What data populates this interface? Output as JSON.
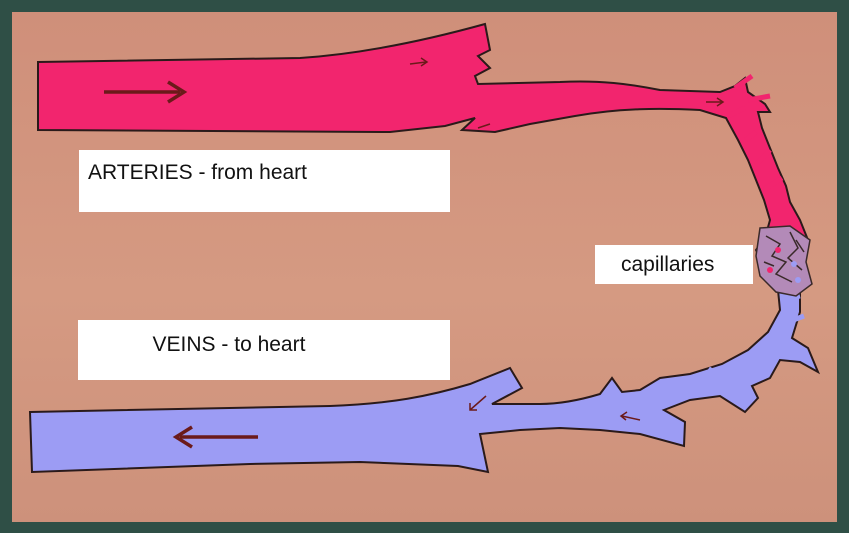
{
  "labels": {
    "arteries": "ARTERIES - from heart",
    "veins": "VEINS - to heart",
    "capillaries": "capillaries"
  },
  "colors": {
    "frame": "#2f4f46",
    "background": "#d4977f",
    "artery": "#f2256e",
    "vein": "#9c9cf4",
    "vessel_outline": "#2a1a1a",
    "arrow": "#6b1a1a",
    "label_background": "#ffffff"
  },
  "flow": {
    "artery_direction": "right",
    "vein_direction": "left"
  }
}
